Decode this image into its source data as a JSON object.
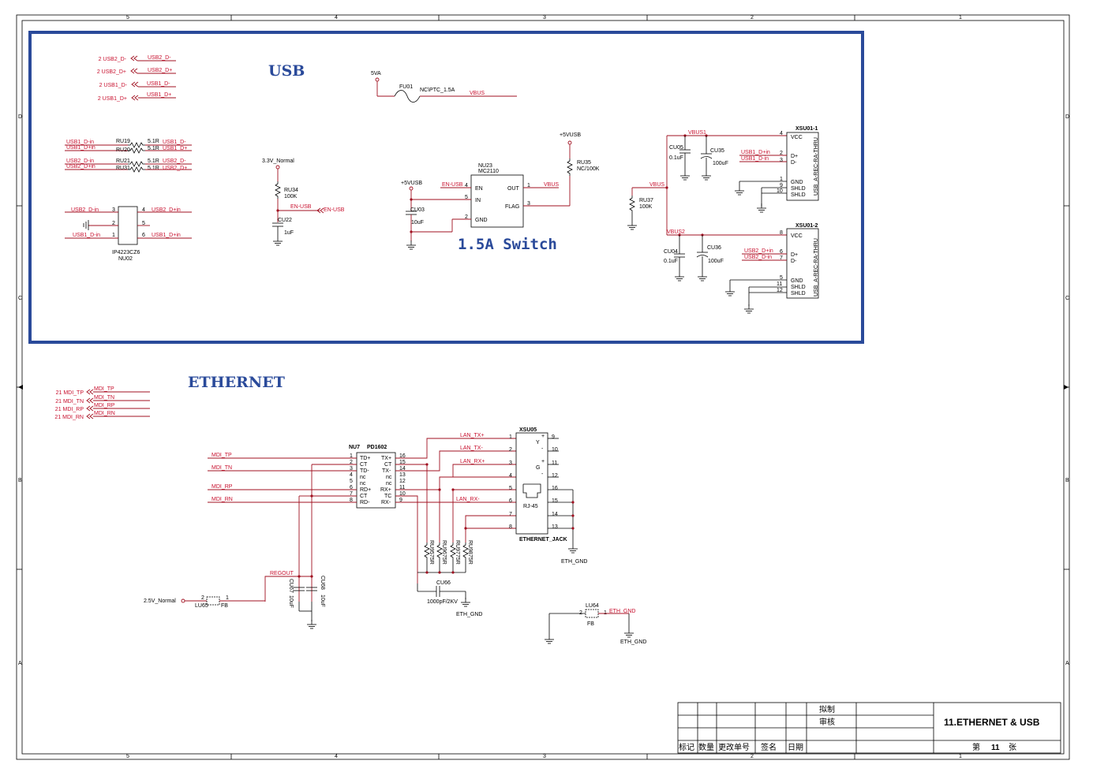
{
  "sheet": {
    "zone_cols": [
      "5",
      "4",
      "3",
      "2",
      "1"
    ],
    "zone_rows": [
      "D",
      "C",
      "B",
      "A"
    ]
  },
  "titles": {
    "usb": "USB",
    "switch": "1.5A Switch",
    "ethernet": "ETHERNET"
  },
  "usb_offpage": [
    {
      "num": "2",
      "net": "USB2_D-",
      "wire": "USB2_D-"
    },
    {
      "num": "2",
      "net": "USB2_D+",
      "wire": "USB2_D+"
    },
    {
      "num": "2",
      "net": "USB1_D-",
      "wire": "USB1_D-"
    },
    {
      "num": "2",
      "net": "USB1_D+",
      "wire": "USB1_D+"
    }
  ],
  "series_res": [
    {
      "in": "USB1_D-in",
      "ref": "RU19",
      "val": "5.1R",
      "out": "USB1_D-"
    },
    {
      "in": "USB1_D+in",
      "ref": "RU20",
      "val": "5.1R",
      "out": "USB1_D+"
    },
    {
      "in": "USB2_D-in",
      "ref": "RU21",
      "val": "5.1R",
      "out": "USB2_D-"
    },
    {
      "in": "USB2_D+in",
      "ref": "RU31",
      "val": "5.1R",
      "out": "USB2_D+"
    }
  ],
  "nu02": {
    "part": "IP4223CZ6",
    "ref": "NU02",
    "left_nets": [
      "USB2_D-in",
      "USB1_D-in"
    ],
    "right_nets": [
      "USB2_D+in",
      "USB1_D+in"
    ],
    "pins": [
      "3",
      "2",
      "1",
      "4",
      "5",
      "6"
    ]
  },
  "ru34": {
    "rail": "3.3V_Normal",
    "ref": "RU34",
    "val": "100K",
    "net": "EN-USB",
    "port": "EN-USB",
    "cap_ref": "CU22",
    "cap_val": "1uF"
  },
  "fuse": {
    "rail": "5VA",
    "ref": "FU01",
    "val": "NC\\PTC_1.5A",
    "net": "VBUS"
  },
  "nu23": {
    "ref": "NU23",
    "part": "MC2110",
    "pins_left": [
      {
        "num": "4",
        "name": "EN",
        "net": "EN-USB"
      },
      {
        "num": "5",
        "name": "IN",
        "net": ""
      },
      {
        "num": "2",
        "name": "GND",
        "net": ""
      }
    ],
    "pins_right": [
      {
        "num": "1",
        "name": "OUT",
        "net": "VBUS"
      },
      {
        "num": "3",
        "name": "FLAG",
        "net": ""
      }
    ],
    "in_rail": "+5VUSB",
    "cap_ref": "CU03",
    "cap_val": "10uF",
    "pull_rail": "+5VUSB",
    "pull_ref": "RU35",
    "pull_val": "NC/100K"
  },
  "ru37": {
    "ref": "RU37",
    "val": "100K",
    "net": "VBUS"
  },
  "xsu01_1": {
    "ref": "XSU01-1",
    "body": "USB_A-REC-RA-THRU",
    "rail": "VBUS1",
    "cap1_ref": "CU05",
    "cap1_val": "0.1uF",
    "cap2_ref": "CU35",
    "cap2_val": "100uF",
    "pins": [
      {
        "num": "4",
        "name": "VCC",
        "net": ""
      },
      {
        "num": "2",
        "name": "D+",
        "net": "USB1_D+in"
      },
      {
        "num": "3",
        "name": "D-",
        "net": "USB1_D-in"
      },
      {
        "num": "1",
        "name": "GND",
        "net": ""
      },
      {
        "num": "9",
        "name": "SHLD",
        "net": ""
      },
      {
        "num": "10",
        "name": "SHLD",
        "net": ""
      }
    ]
  },
  "xsu01_2": {
    "ref": "XSU01-2",
    "body": "USB_A-REC-RA-THRU",
    "rail": "VBUS2",
    "cap1_ref": "CU04",
    "cap1_val": "0.1uF",
    "cap2_ref": "CU36",
    "cap2_val": "100uF",
    "pins": [
      {
        "num": "8",
        "name": "VCC",
        "net": ""
      },
      {
        "num": "6",
        "name": "D+",
        "net": "USB2_D+in"
      },
      {
        "num": "7",
        "name": "D-",
        "net": "USB2_D-in"
      },
      {
        "num": "5",
        "name": "GND",
        "net": ""
      },
      {
        "num": "11",
        "name": "SHLD",
        "net": ""
      },
      {
        "num": "12",
        "name": "SHLD",
        "net": ""
      }
    ]
  },
  "eth_offpage": [
    {
      "num": "21",
      "net": "MDI_TP",
      "wire": "MDI_TP"
    },
    {
      "num": "21",
      "net": "MDI_TN",
      "wire": "MDI_TN"
    },
    {
      "num": "21",
      "net": "MDI_RP",
      "wire": "MDI_RP"
    },
    {
      "num": "21",
      "net": "MDI_RN",
      "wire": "MDI_RN"
    }
  ],
  "nu7": {
    "ref": "NU7",
    "part": "PD1602",
    "left": [
      {
        "num": "1",
        "name": "TD+",
        "net": "MDI_TP"
      },
      {
        "num": "2",
        "name": "CT",
        "net": ""
      },
      {
        "num": "3",
        "name": "TD-",
        "net": "MDI_TN"
      },
      {
        "num": "4",
        "name": "nc",
        "net": ""
      },
      {
        "num": "5",
        "name": "nc",
        "net": ""
      },
      {
        "num": "6",
        "name": "RD+",
        "net": "MDI_RP"
      },
      {
        "num": "7",
        "name": "CT",
        "net": ""
      },
      {
        "num": "8",
        "name": "RD-",
        "net": "MDI_RN"
      }
    ],
    "right": [
      {
        "num": "16",
        "name": "TX+"
      },
      {
        "num": "15",
        "name": "CT"
      },
      {
        "num": "14",
        "name": "TX-"
      },
      {
        "num": "13",
        "name": "nc"
      },
      {
        "num": "12",
        "name": "nc"
      },
      {
        "num": "11",
        "name": "RX+"
      },
      {
        "num": "10",
        "name": "TC"
      },
      {
        "num": "9",
        "name": "RX-"
      }
    ]
  },
  "lan_nets": [
    "LAN_TX+",
    "LAN_TX-",
    "LAN_RX+",
    "LAN_RX-"
  ],
  "xsu05": {
    "ref": "XSU05",
    "body": "RJ-45",
    "part": "ETHERNET_JACK",
    "left_pins": [
      "1",
      "2",
      "3",
      "4",
      "5",
      "6",
      "7",
      "8"
    ],
    "right_pins": [
      "9",
      "10",
      "11",
      "12",
      "16",
      "15",
      "14",
      "13"
    ],
    "marks": [
      "+",
      "Y",
      "-",
      "+",
      "G",
      "-"
    ]
  },
  "term_res": [
    {
      "ref": "RU95",
      "val": "75R"
    },
    {
      "ref": "RU96",
      "val": "75R"
    },
    {
      "ref": "RU97",
      "val": "75R"
    },
    {
      "ref": "RU98",
      "val": "75R"
    }
  ],
  "cu66": {
    "ref": "CU66",
    "val": "1000pF/2KV",
    "gnd": "ETH_GND"
  },
  "jack_gnd": "ETH_GND",
  "regout": {
    "net": "REGOUT",
    "cap1_ref": "CU67",
    "cap1_val": "10uF",
    "cap2_ref": "CU68",
    "cap2_val": "10uF"
  },
  "lu65": {
    "rail": "2.5V_Normal",
    "ref": "LU65",
    "val": "FB",
    "pin_a": "2",
    "pin_b": "1"
  },
  "lu64": {
    "ref": "LU64",
    "val": "FB",
    "net": "ETH_GND",
    "gnd": "ETH_GND",
    "pin_a": "2",
    "pin_b": "1"
  },
  "titleblock": {
    "drawn": "拟制",
    "checked": "审核",
    "cols": [
      "标记",
      "数量",
      "更改单号",
      "签名",
      "日期"
    ],
    "name": "11.ETHERNET & USB",
    "sheet_prefix": "第",
    "sheet_num": "11",
    "sheet_suffix": "张"
  },
  "colors": {
    "wire": "#a01020",
    "frame": "#2a4a9a",
    "text": "#000000"
  }
}
